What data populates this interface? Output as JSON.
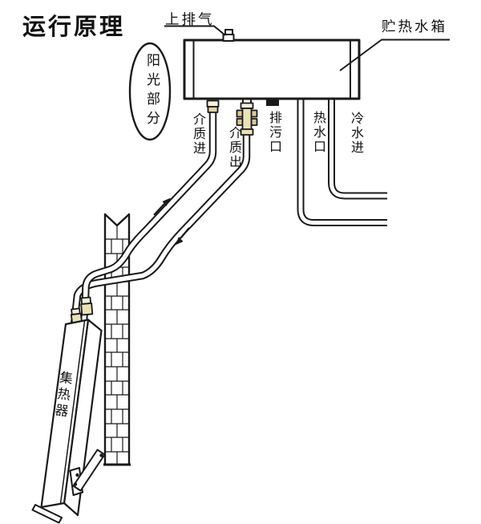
{
  "title": "运行原理",
  "diagram": {
    "labels": {
      "exhaust_top": "上排气",
      "storage_tank": "贮热水箱",
      "sunlight_section": "阳光部分",
      "medium_in": "介质进",
      "medium_out": "介质出",
      "drain_port": "排污口",
      "hot_water_port": "热水口",
      "cold_water_in": "冷水进",
      "collector": "集热器"
    },
    "colors": {
      "line": "#1a1a1a",
      "background": "#ffffff",
      "fitting_light": "#f6f1dd",
      "fitting_brass": "#ebe1b8",
      "fitting_brass_dark": "#dcc998"
    }
  }
}
